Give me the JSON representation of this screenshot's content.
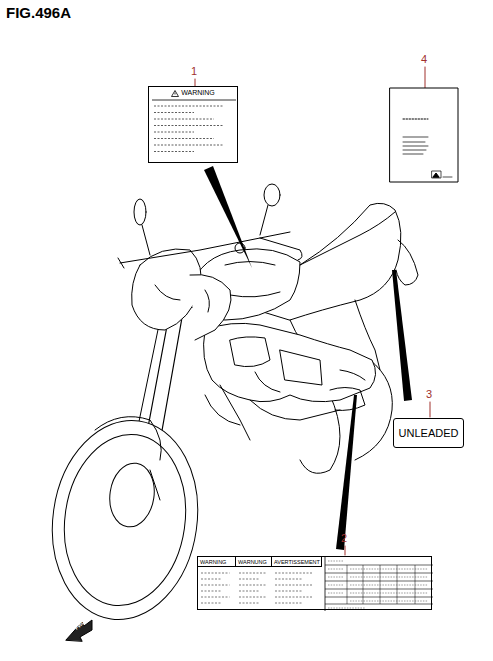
{
  "diagram": {
    "title": "FIG.496A",
    "nodes": [
      {
        "text": [
          "WARNING"
        ]
      },
      {
        "text": [
          "UNLEADED"
        ]
      },
      {
        "text": [
          "WARNING",
          "WARNUNG",
          "AVERTISSEMENT"
        ]
      }
    ],
    "edges": [],
    "labels": [
      "1",
      "4",
      "3",
      "2",
      "FWD"
    ]
  }
}
